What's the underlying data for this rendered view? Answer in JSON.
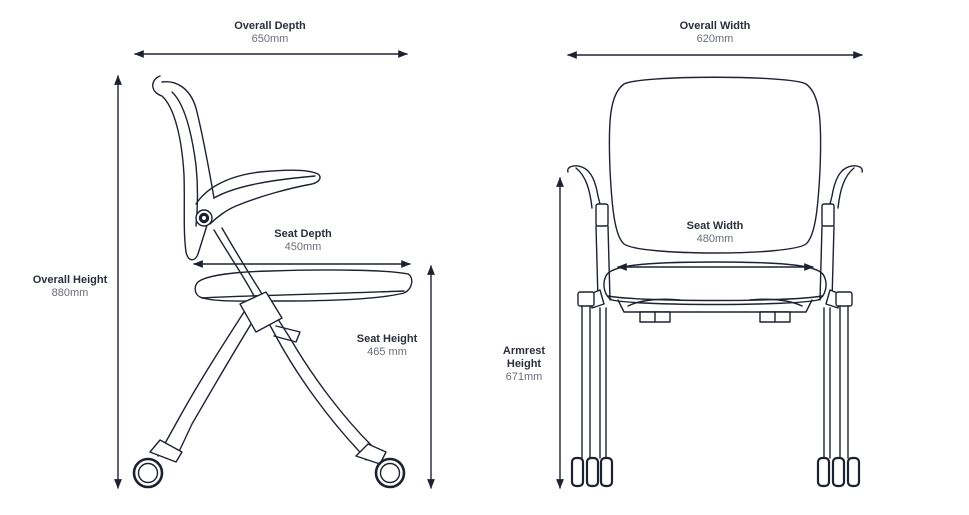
{
  "side_view": {
    "overall_depth": {
      "title": "Overall Depth",
      "value": "650mm"
    },
    "overall_height": {
      "title": "Overall Height",
      "value": "880mm"
    },
    "seat_depth": {
      "title": "Seat Depth",
      "value": "450mm"
    },
    "seat_height": {
      "title": "Seat Height",
      "value": "465 mm"
    }
  },
  "front_view": {
    "overall_width": {
      "title": "Overall Width",
      "value": "620mm"
    },
    "seat_width": {
      "title": "Seat Width",
      "value": "480mm"
    },
    "armrest_height": {
      "title_line1": "Armrest",
      "title_line2": "Height",
      "value": "671mm"
    }
  },
  "colors": {
    "line": "#1e2230",
    "label_title": "#2b2f3a",
    "label_value": "#6a6e78"
  }
}
